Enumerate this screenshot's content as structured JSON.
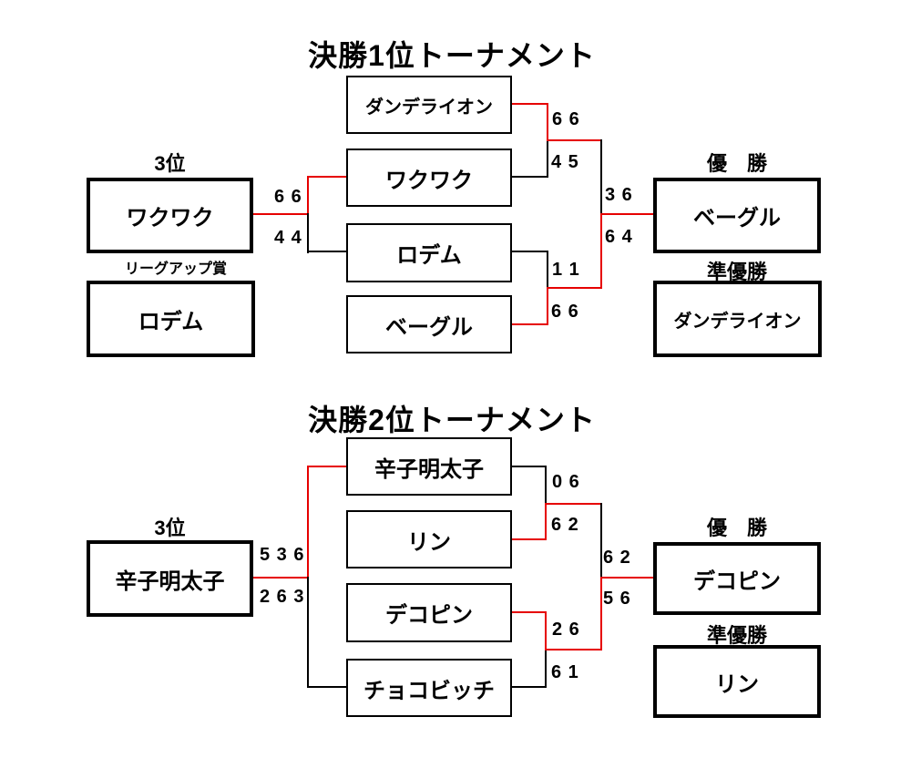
{
  "colors": {
    "background": "#ffffff",
    "line": "#000000",
    "winner_path_red": "#e60000",
    "text": "#000000"
  },
  "tournaments": [
    {
      "title": "決勝1位トーナメント",
      "bracket": {
        "entrant1": "ダンデライオン",
        "entrant2": "ワクワク",
        "entrant3": "ロデム",
        "entrant4": "ベーグル"
      },
      "scores": {
        "semi1_top": "6 6",
        "semi1_bottom": "4 5",
        "semi2_top": "1 1",
        "semi2_bottom": "6 6",
        "final_top": "3 6",
        "final_bottom": "6 4",
        "third_top": "6 6",
        "third_bottom": "4 4"
      },
      "third_place": {
        "label": "3位",
        "name": "ワクワク"
      },
      "league_up": {
        "label": "リーグアップ賞",
        "name": "ロデム"
      },
      "champion": {
        "label": "優　勝",
        "name": "ベーグル"
      },
      "runner_up": {
        "label": "準優勝",
        "name": "ダンデライオン"
      }
    },
    {
      "title": "決勝2位トーナメント",
      "bracket": {
        "entrant1": "辛子明太子",
        "entrant2": "リン",
        "entrant3": "デコピン",
        "entrant4": "チョコビッチ"
      },
      "scores": {
        "semi1_top": "0 6",
        "semi1_bottom": "6 2",
        "semi2_top": "2 6",
        "semi2_bottom": "6 1",
        "final_top": "6 2",
        "final_bottom": "5 6",
        "third_top": "5 3 6",
        "third_bottom": "2 6 3"
      },
      "third_place": {
        "label": "3位",
        "name": "辛子明太子"
      },
      "champion": {
        "label": "優　勝",
        "name": "デコピン"
      },
      "runner_up": {
        "label": "準優勝",
        "name": "リン"
      }
    }
  ]
}
